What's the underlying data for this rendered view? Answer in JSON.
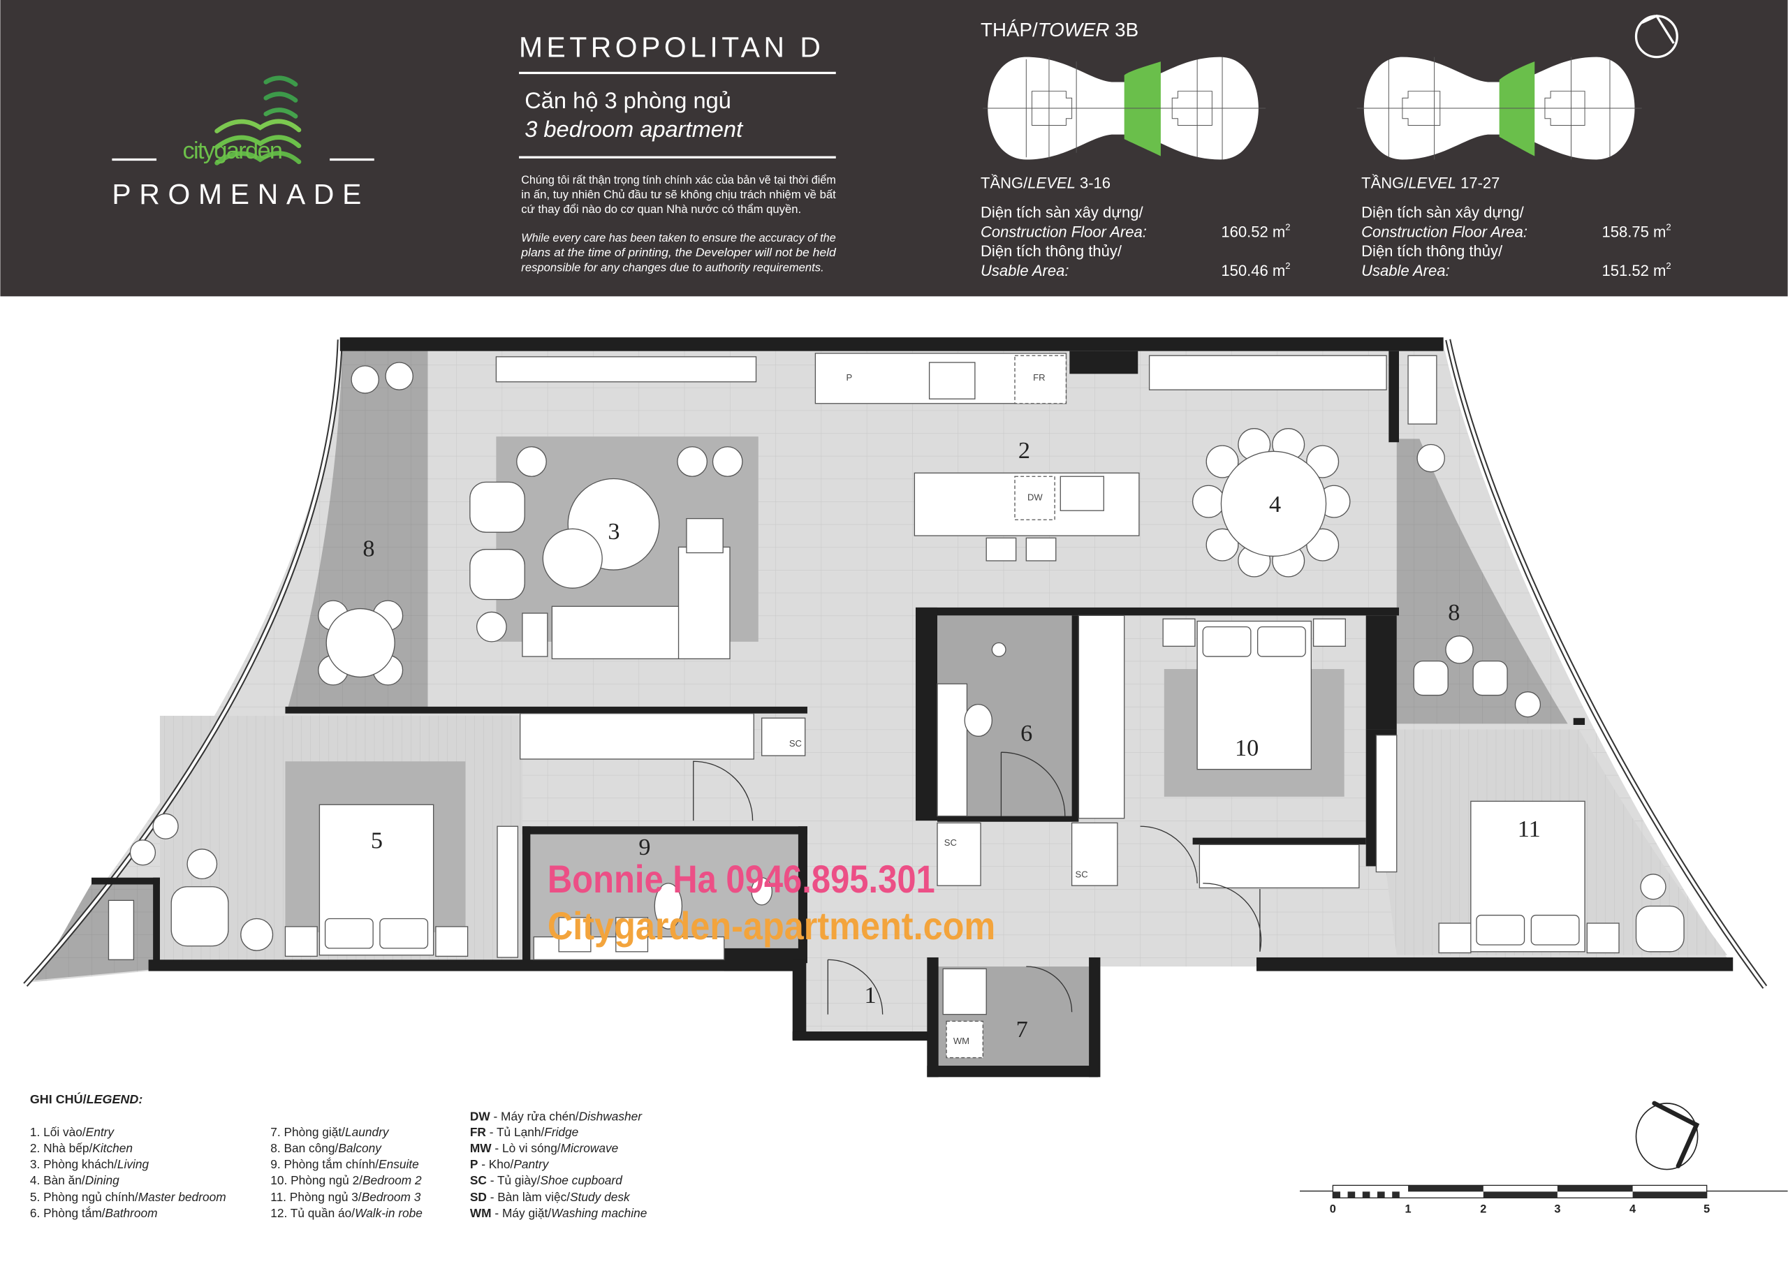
{
  "colors": {
    "header_bg": "#3a3536",
    "brand_green": "#6cc04a",
    "highlight_green": "#6abf4b",
    "floor": "#dadada",
    "balcony": "#a9a9a9",
    "wall": "#1f1f1f",
    "watermark_pink": "#ec4f86",
    "watermark_orange": "#f3a43c"
  },
  "brand": {
    "logo_word": "citygarden",
    "project": "PROMENADE"
  },
  "title": {
    "unit_name": "METROPOLITAN D",
    "type_vi": "Căn hộ 3 phòng ngủ",
    "type_en": "3 bedroom apartment",
    "disclaimer_vi": [
      "Chúng tôi rất thận trọng tính chính xác của bản vẽ tại thời điểm",
      "in ấn, tuy nhiên Chủ đầu tư sẽ không chịu trách nhiệm về bất",
      "cứ thay đổi nào do cơ quan Nhà nước có thẩm quyền."
    ],
    "disclaimer_en": [
      "While every care has been taken to ensure the accuracy of the",
      "plans at the time of printing, the Developer will not be held",
      "responsible for any changes due to authority requirements."
    ]
  },
  "tower": {
    "label_vi": "THÁP/",
    "label_en": "TOWER",
    "number": "3B",
    "levels": [
      {
        "label_vi": "TẦNG/",
        "label_en": "LEVEL",
        "range": "3-16",
        "construction_vi": "Diện tích sàn xây dựng/",
        "construction_en": "Construction Floor Area:",
        "construction_value": "160.52 m",
        "usable_vi": "Diện tích thông thủy/",
        "usable_en": "Usable Area:",
        "usable_value": "150.46 m",
        "unit_sup": "2"
      },
      {
        "label_vi": "TẦNG/",
        "label_en": "LEVEL",
        "range": "17-27",
        "construction_vi": "Diện tích sàn xây dựng/",
        "construction_en": "Construction Floor Area:",
        "construction_value": "158.75 m",
        "usable_vi": "Diện tích thông thủy/",
        "usable_en": "Usable Area:",
        "usable_value": "151.52 m",
        "unit_sup": "2"
      }
    ]
  },
  "plan": {
    "rooms": [
      "1",
      "2",
      "3",
      "4",
      "5",
      "6",
      "7",
      "8",
      "8",
      "9",
      "10",
      "11"
    ],
    "tags": {
      "dw": "DW",
      "fr": "FR",
      "p": "P",
      "sc": "SC",
      "wm": "WM"
    }
  },
  "watermark": {
    "line1": "Bonnie Ha 0946.895.301",
    "line2": "Citygarden-apartment.com"
  },
  "legend": {
    "title_vi": "GHI CHÚ/",
    "title_en": "LEGEND:",
    "col1": [
      {
        "vi": "1. Lối vào/",
        "en": "Entry"
      },
      {
        "vi": "2. Nhà bếp/",
        "en": "Kitchen"
      },
      {
        "vi": "3. Phòng khách/",
        "en": "Living"
      },
      {
        "vi": "4. Bàn ăn/",
        "en": "Dining"
      },
      {
        "vi": "5. Phòng ngủ chính/",
        "en": "Master bedroom"
      },
      {
        "vi": "6. Phòng tắm/",
        "en": "Bathroom"
      }
    ],
    "col2": [
      {
        "vi": "7. Phòng giặt/",
        "en": "Laundry"
      },
      {
        "vi": "8. Ban công/",
        "en": "Balcony"
      },
      {
        "vi": "9. Phòng tắm chính/",
        "en": "Ensuite"
      },
      {
        "vi": "10. Phòng ngủ 2/",
        "en": "Bedroom 2"
      },
      {
        "vi": "11. Phòng ngủ 3/",
        "en": "Bedroom 3"
      },
      {
        "vi": "12. Tủ quần áo/",
        "en": "Walk-in robe"
      }
    ],
    "col3": [
      {
        "code": "DW",
        "vi": " - Máy rửa chén/",
        "en": "Dishwasher"
      },
      {
        "code": "FR",
        "vi": " - Tủ Lạnh/",
        "en": "Fridge"
      },
      {
        "code": "MW",
        "vi": " - Lò vi sóng/",
        "en": "Microwave"
      },
      {
        "code": "P",
        "vi": " - Kho/",
        "en": "Pantry"
      },
      {
        "code": "SC",
        "vi": " - Tủ giày/",
        "en": "Shoe cupboard"
      },
      {
        "code": "SD",
        "vi": " - Bàn làm việc/",
        "en": "Study desk"
      },
      {
        "code": "WM",
        "vi": " - Máy giặt/",
        "en": "Washing machine"
      }
    ]
  },
  "scale_bar": {
    "ticks": [
      "0",
      "1",
      "2",
      "3",
      "4",
      "5"
    ]
  },
  "icons": {
    "north_header": "compass-icon",
    "north_plan": "compass-icon"
  }
}
